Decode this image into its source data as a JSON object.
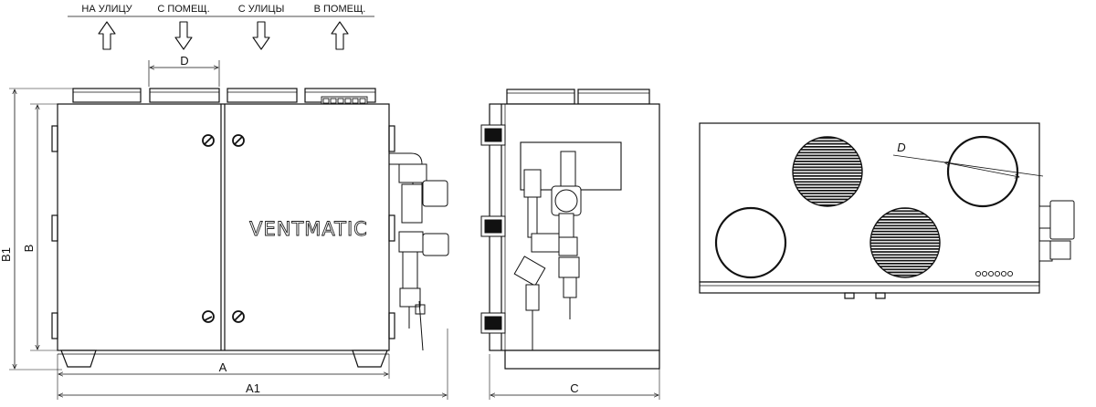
{
  "airflow_labels": [
    {
      "text": "НА УЛИЦУ",
      "direction": "up"
    },
    {
      "text": "С ПОМЕЩ.",
      "direction": "down"
    },
    {
      "text": "С УЛИЦЫ",
      "direction": "down"
    },
    {
      "text": "В ПОМЕЩ.",
      "direction": "up"
    }
  ],
  "brand": "VENTMATIC",
  "dimensions": {
    "d_front": "D",
    "d_top": "D",
    "a": "A",
    "a1": "A1",
    "b": "B",
    "b1": "B1",
    "c": "C"
  }
}
